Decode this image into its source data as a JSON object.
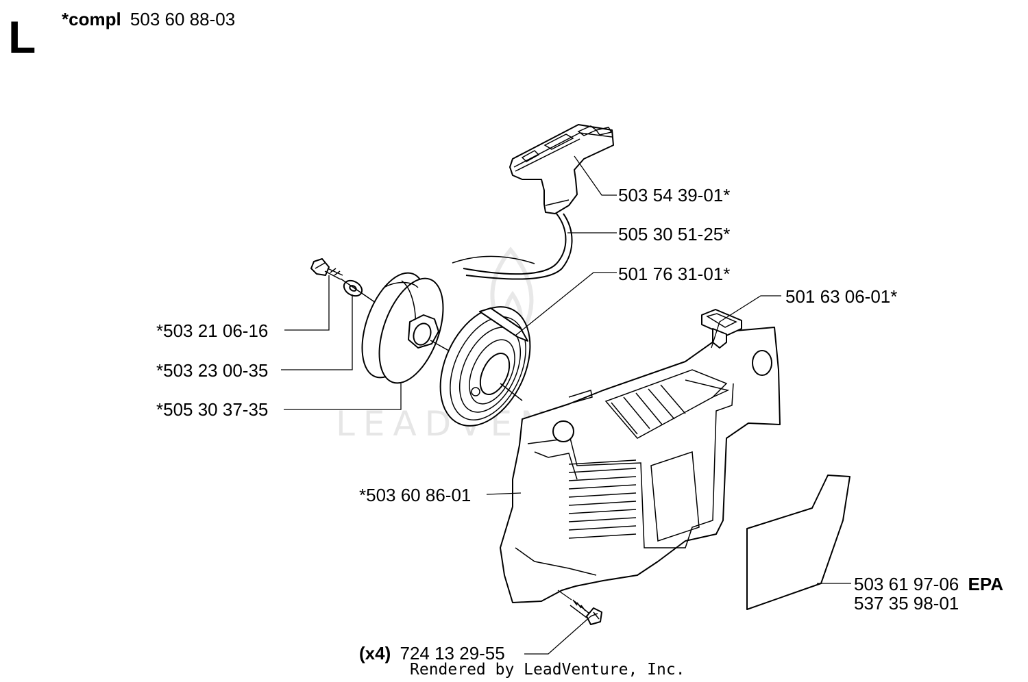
{
  "header": {
    "section_letter": "L",
    "compl_prefix": "*compl",
    "compl_number": "503 60 88-03"
  },
  "watermark": "LEADVENTU",
  "footer": "Rendered by LeadVenture, Inc.",
  "labels": {
    "handle": "503 54 39-01*",
    "rope": "505 30 51-25*",
    "spring": "501 76 31-01*",
    "grommet": "501 63 06-01*",
    "screw": "*503 21 06-16",
    "washer": "*503 23 00-35",
    "pulley": "*505 30 37-35",
    "cover": "*503 60 86-01",
    "decal_number": "503 61 97-06",
    "decal_suffix": "EPA",
    "decal_alt": "537 35 98-01",
    "screws_qty": "(x4)",
    "screws_number": "724 13 29-55"
  }
}
